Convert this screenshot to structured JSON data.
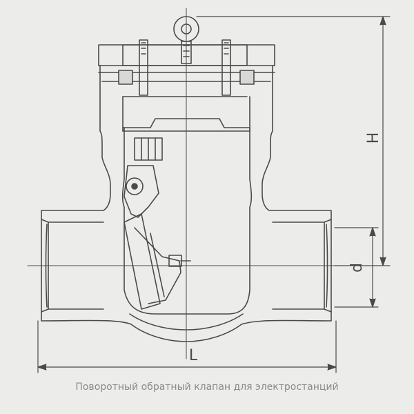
{
  "caption": "Поворотный обратный клапан для электростанций",
  "dimensions": {
    "height_label": "H",
    "diameter_label": "d",
    "length_label": "L"
  },
  "colors": {
    "background": "#ececea",
    "line": "#4a4a4a",
    "caption": "#8a8a8a"
  }
}
